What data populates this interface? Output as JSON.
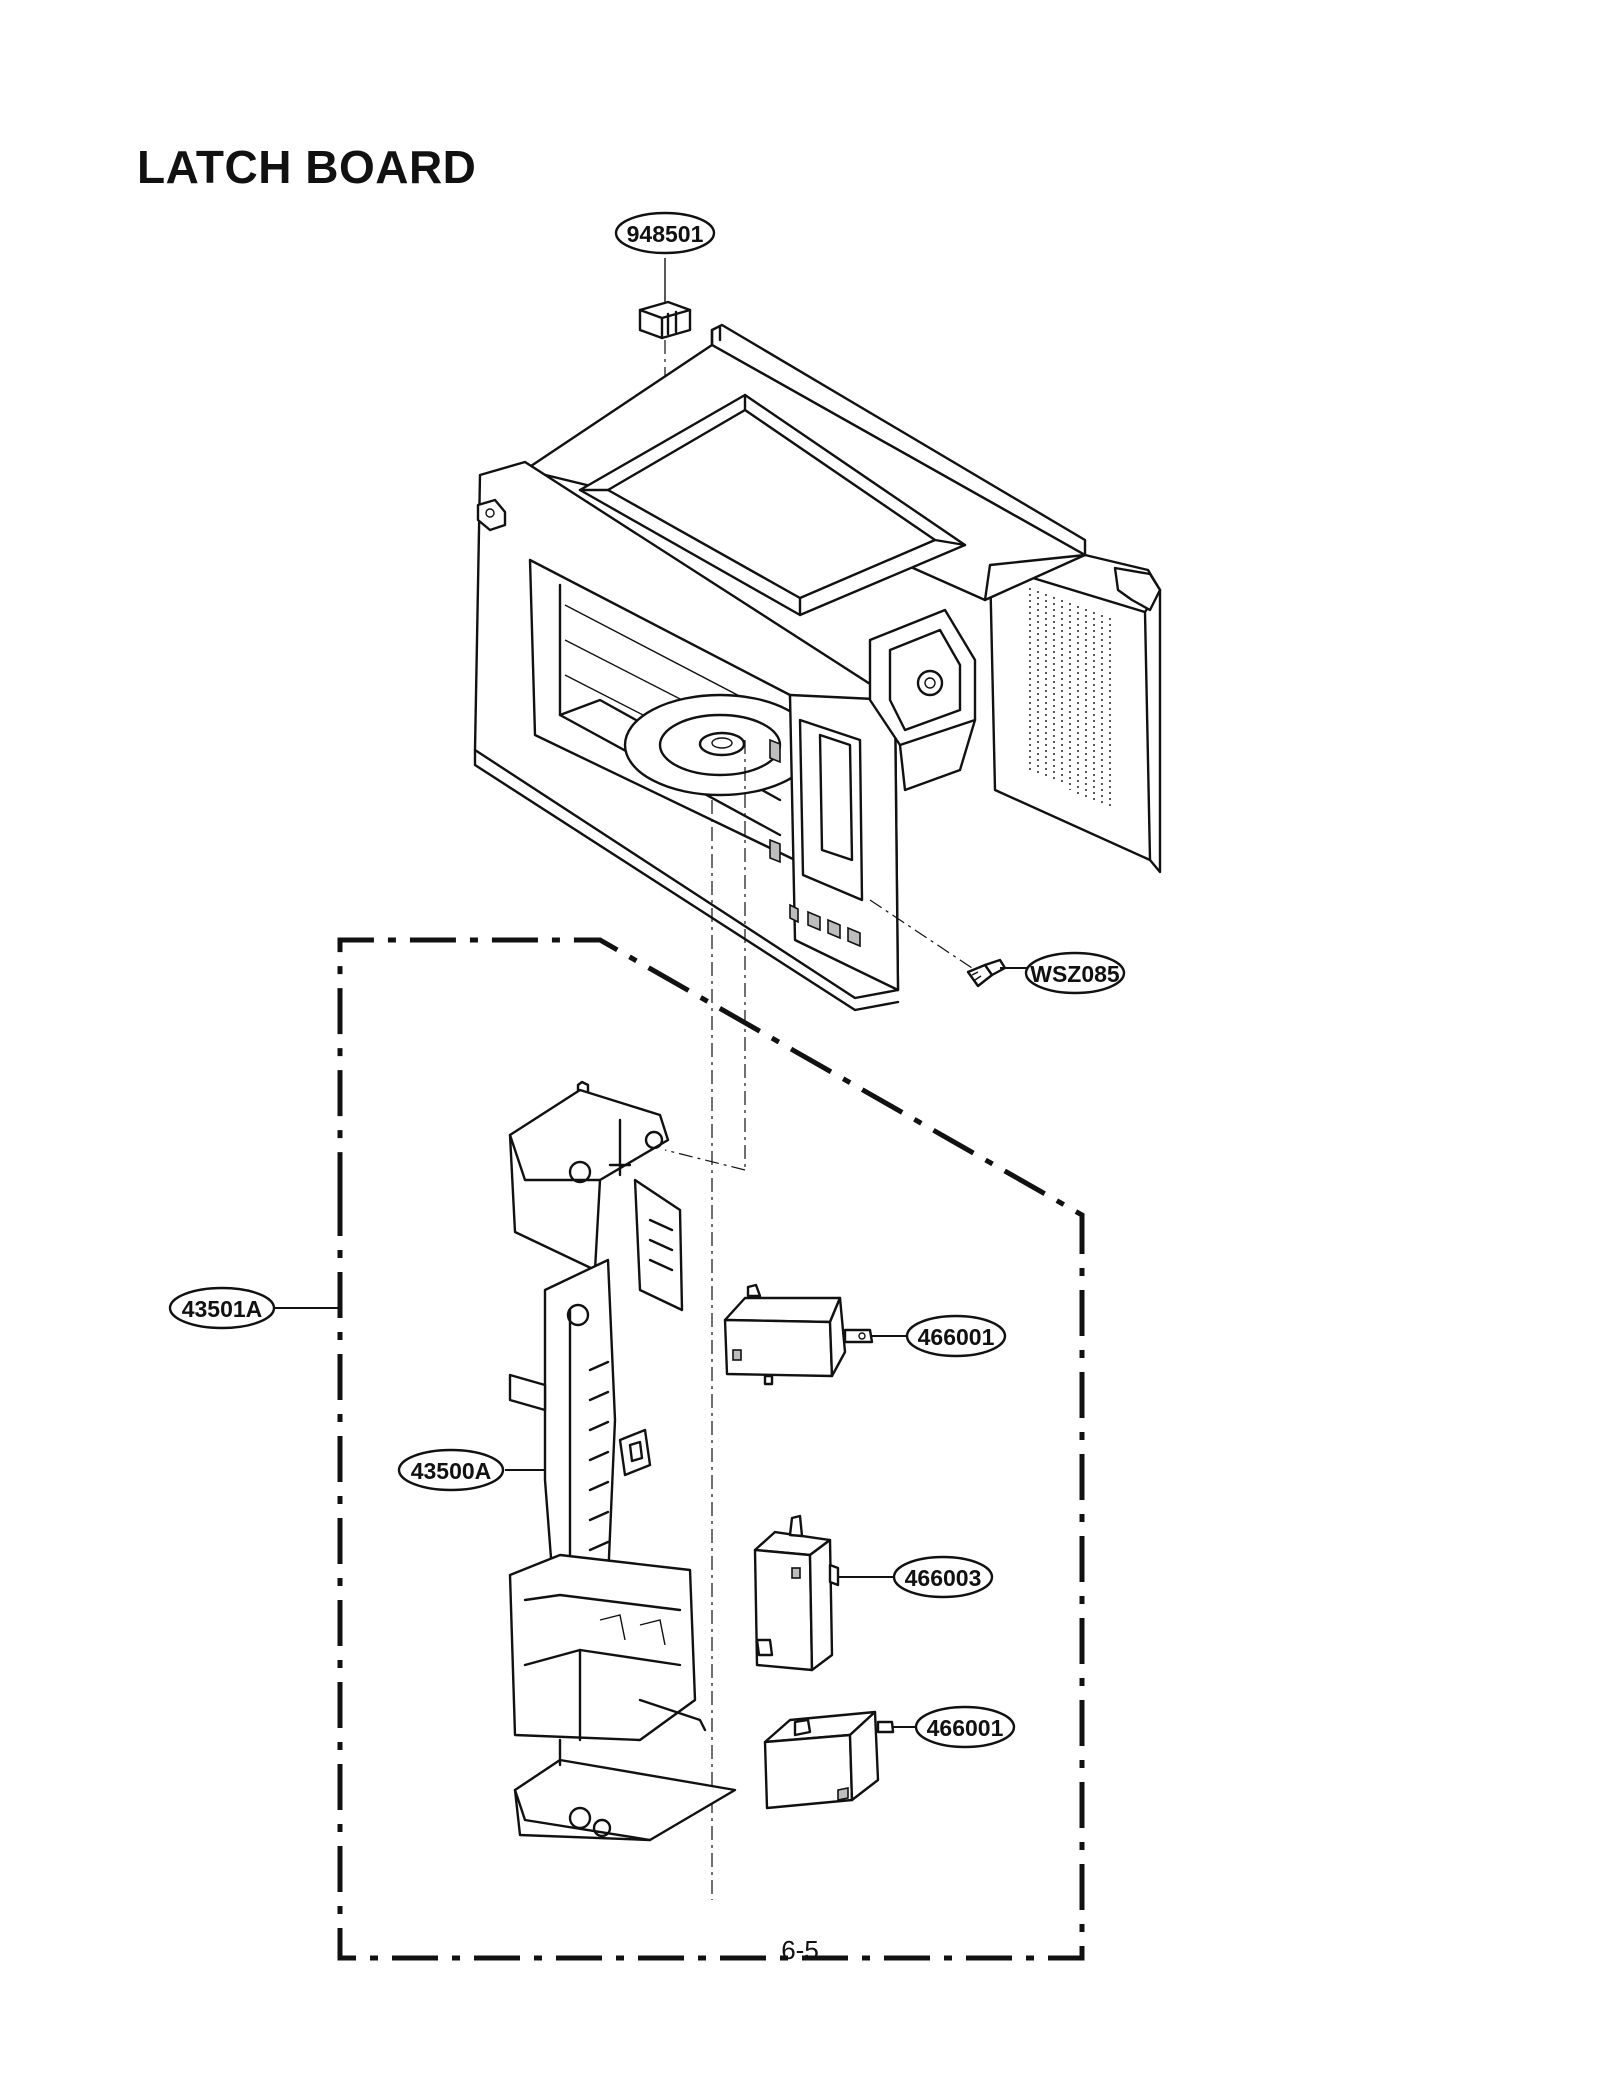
{
  "title": "LATCH BOARD",
  "page_number": "6-5",
  "callouts": [
    {
      "id": "948501",
      "label": "948501"
    },
    {
      "id": "WSZ085",
      "label": "WSZ085"
    },
    {
      "id": "43501A",
      "label": "43501A"
    },
    {
      "id": "43500A",
      "label": "43500A"
    },
    {
      "id": "466001-top",
      "label": "466001"
    },
    {
      "id": "466003",
      "label": "466003"
    },
    {
      "id": "466001-bottom",
      "label": "466001"
    }
  ],
  "parts": {
    "cavity_assembly": "microwave-cavity-assembly",
    "latch_board": "latch-board",
    "switch_top": "microswitch",
    "switch_middle": "microswitch",
    "switch_bottom": "microswitch",
    "screw": "screw",
    "spacer_block": "spacer-block"
  }
}
